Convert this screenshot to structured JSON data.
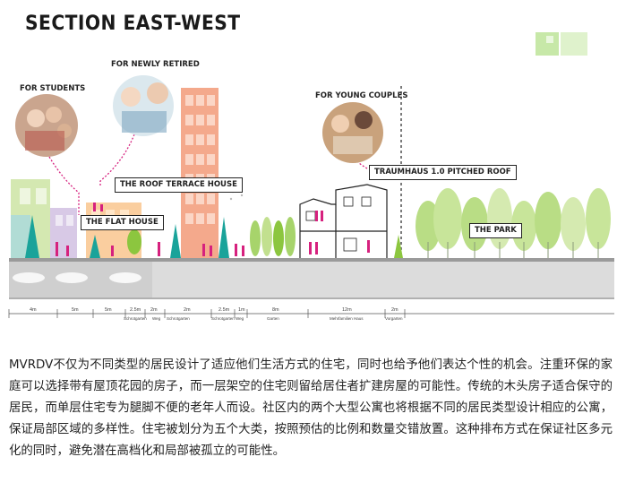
{
  "diagram": {
    "title": "SECTION EAST-WEST",
    "personas": {
      "students": "FOR STUDENTS",
      "retired": "FOR NEWLY RETIRED",
      "couples": "FOR YOUNG COUPLES"
    },
    "labels": {
      "roof_terrace": "THE ROOF TERRACE HOUSE",
      "flat_house": "THE FLAT HOUSE",
      "traumhaus": "TRAUMHAUS 1.0 PITCHED ROOF",
      "park": "THE PARK"
    },
    "dimensions": [
      "4m",
      "5m",
      "5m",
      "2.5m",
      "2m",
      "2m",
      "2.5m",
      "1m",
      "8m",
      "12m",
      "2m"
    ],
    "street_labels": [
      "Schrotgarten",
      "Weg",
      "Schrotgarten",
      "Schrotgarten Weg",
      "Garten",
      "Mehrfamilien Haus",
      "Vorgarten"
    ],
    "colors": {
      "magenta": "#d6217e",
      "salmon": "#f4a98c",
      "green": "#8cc63f",
      "teal": "#1aa39a",
      "ground": "#cfcfcf"
    }
  },
  "paragraph": "MVRDV不仅为不同类型的居民设计了适应他们生活方式的住宅，同时也给予他们表达个性的机会。注重环保的家庭可以选择带有屋顶花园的房子，而一层架空的住宅则留给居住者扩建房屋的可能性。传统的木头房子适合保守的居民，而单层住宅专为腿脚不便的老年人而设。社区内的两个大型公寓也将根据不同的居民类型设计相应的公寓，保证局部区域的多样性。住宅被划分为五个大类，按照预估的比例和数量交错放置。这种排布方式在保证社区多元化的同时，避免潜在高档化和局部被孤立的可能性。"
}
